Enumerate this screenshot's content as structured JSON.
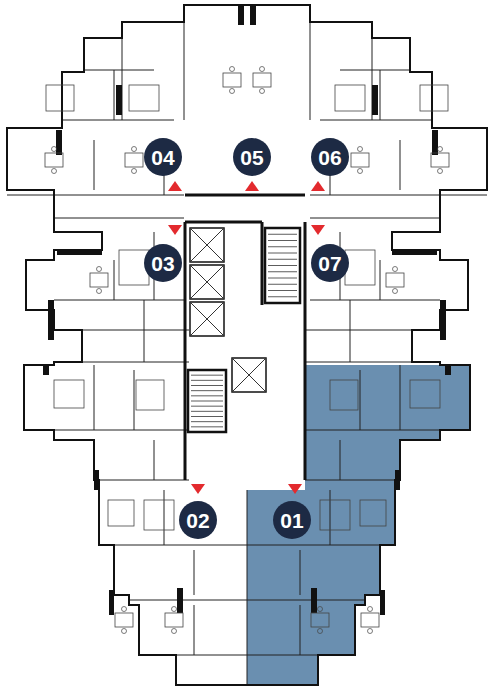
{
  "diagram": {
    "nodes": [
      {
        "text": [
          "04"
        ]
      },
      {
        "text": [
          "05"
        ]
      },
      {
        "text": [
          "06"
        ]
      },
      {
        "text": [
          "03"
        ]
      },
      {
        "text": [
          "07"
        ]
      },
      {
        "text": [
          "02"
        ]
      },
      {
        "text": [
          "01"
        ]
      }
    ]
  }
}
